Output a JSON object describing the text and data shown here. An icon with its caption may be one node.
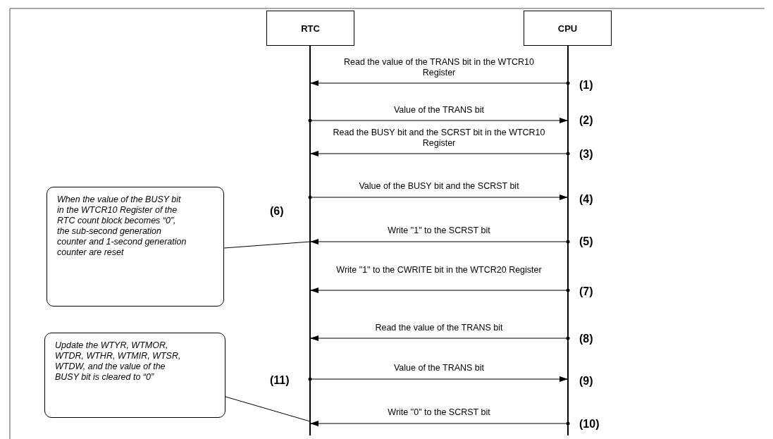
{
  "diagram": {
    "nodes": [
      {
        "text": [
          "RTC"
        ]
      },
      {
        "text": [
          "CPU"
        ]
      },
      {
        "text": [
          "When the value of the BUSY bit in the WTCR10 Register of the RTC count block becomes “0”, the sub-second generation counter and 1-second generation counter are reset"
        ]
      },
      {
        "text": [
          "Update the WTYR, WTMOR, WTDR, WTHR, WTMIR, WTSR, WTDW, and the value of the BUSY bit is cleared to “0”"
        ]
      }
    ],
    "edges": [
      {
        "from": 1,
        "to": 0,
        "arrow": "to",
        "label": "Read the value of the TRANS bit in the WTCR10 Register"
      },
      {
        "from": 0,
        "to": 1,
        "arrow": "to",
        "label": "Value of the TRANS bit"
      },
      {
        "from": 1,
        "to": 0,
        "arrow": "to",
        "label": "Read the BUSY bit and the SCRST bit in the WTCR10 Register"
      },
      {
        "from": 0,
        "to": 1,
        "arrow": "to",
        "label": "Value of the BUSY bit and the SCRST bit"
      },
      {
        "from": 1,
        "to": 0,
        "arrow": "to",
        "label": "Write \"1\" to the SCRST bit"
      },
      {
        "from": 1,
        "to": 0,
        "arrow": "to",
        "label": "Write \"1\" to the CWRITE bit in the WTCR20 Register"
      },
      {
        "from": 1,
        "to": 0,
        "arrow": "to",
        "label": "Read the value of the TRANS bit"
      },
      {
        "from": 0,
        "to": 1,
        "arrow": "to",
        "label": "Value of the TRANS bit"
      },
      {
        "from": 1,
        "to": 0,
        "arrow": "to",
        "label": "Write \"0\" to the SCRST bit"
      },
      {
        "from": 2,
        "to": 0,
        "arrow": "none"
      },
      {
        "from": 3,
        "to": 0,
        "arrow": "none"
      }
    ],
    "labels": [
      "(1)",
      "(2)",
      "(3)",
      "(4)",
      "(6)",
      "(5)",
      "(7)",
      "(8)",
      "(9)",
      "(11)",
      "(10)"
    ]
  }
}
